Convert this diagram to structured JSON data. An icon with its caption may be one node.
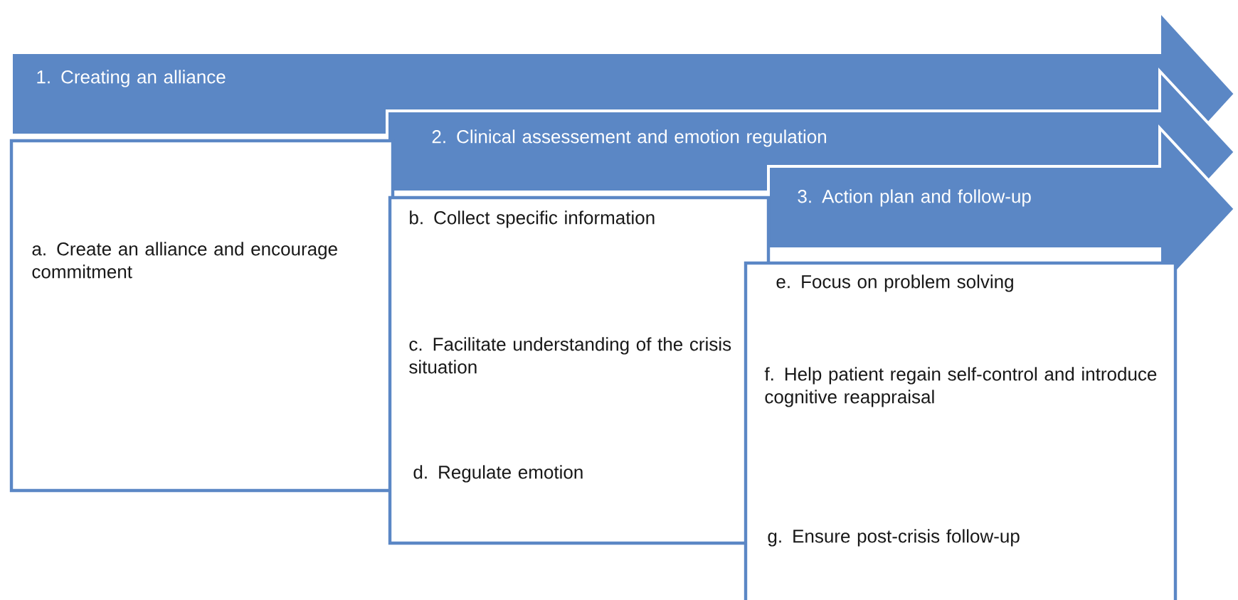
{
  "diagram": {
    "nodes": [
      {
        "text": [
          "1. Creating an alliance"
        ]
      },
      {
        "text": [
          "2. Clinical assessement and emotion regulation"
        ]
      },
      {
        "text": [
          "3. Action plan and follow-up"
        ]
      },
      {
        "text": [
          "a. Create an alliance and encourage commitment"
        ]
      },
      {
        "text": [
          "b. Collect specific information",
          "c. Facilitate understanding of the crisis situation",
          "d. Regulate emotion"
        ]
      },
      {
        "text": [
          "e. Focus on problem solving",
          "f. Help patient regain self-control and introduce cognitive reappraisal",
          "g. Ensure post-crisis follow-up"
        ]
      }
    ]
  }
}
